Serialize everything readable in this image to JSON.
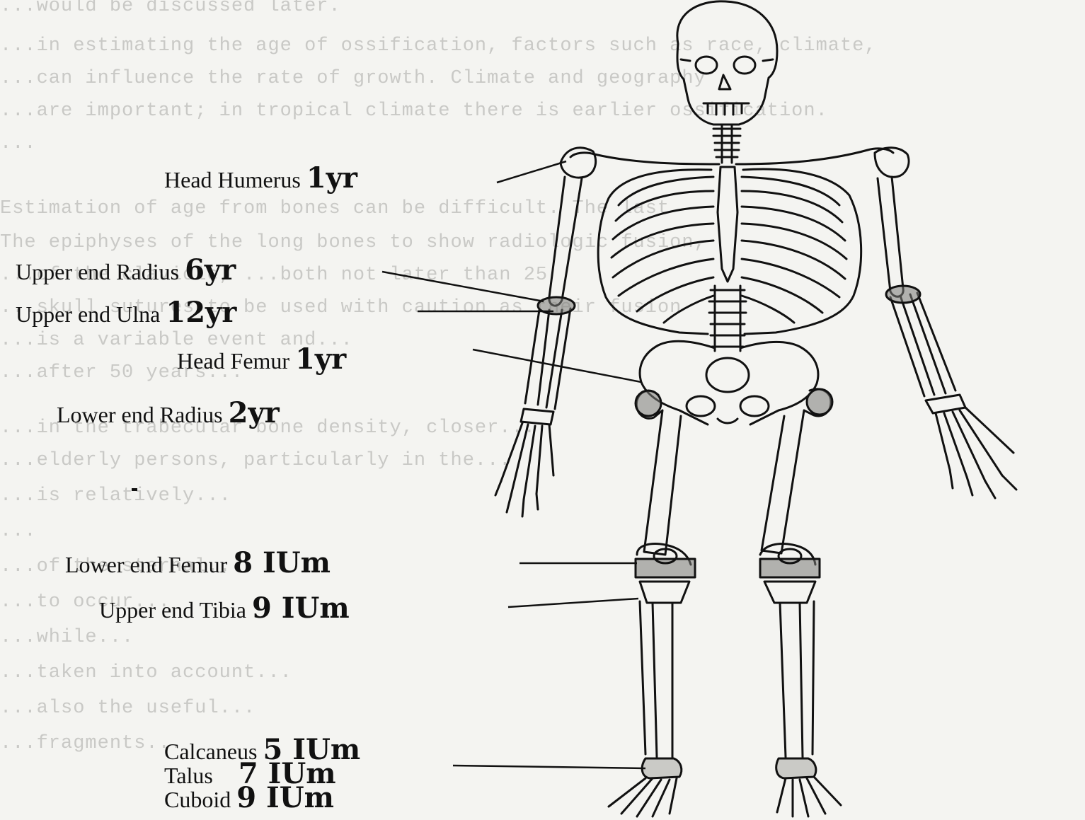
{
  "background_text": [
    "...would be discussed later.",
    "...in estimating the age of ossification, factors such as race, climate,",
    "...can influence the rate of growth. Climate and geography",
    "...are important; in tropical climate there is earlier ossification.",
    "...",
    "Estimation of age from bones can be difficult. The last",
    "The epiphyses of the long bones to show radiologic fusion,",
    "...of the clavicle, ...both not later than 25",
    "...skull sutures to be used with caution as their fusion",
    "...is a variable event and...",
    "...after 50 years...",
    "...in the trabecular bone density, closer...",
    "...elderly persons, particularly in the...",
    "...is relatively...",
    "...",
    "...of the sternal...",
    "...to occur...",
    "...while...",
    "...taken into account...",
    "...also the useful...",
    "...fragments..."
  ],
  "labels": [
    {
      "part": "Head Humerus",
      "age": "1yr"
    },
    {
      "part": "Upper end Radius",
      "age": "6yr"
    },
    {
      "part": "Upper end Ulna",
      "age": "12yr"
    },
    {
      "part": "Head Femur",
      "age": "1yr"
    },
    {
      "part": "Lower end Radius",
      "age": "2yr"
    },
    {
      "part": "Lower end Femur",
      "age": "8 IUm"
    },
    {
      "part": "Upper end Tibia",
      "age": "9 IUm"
    },
    {
      "part": "Calcaneus",
      "age": "5 IUm"
    },
    {
      "part": "Talus",
      "age": "7 IUm"
    },
    {
      "part": "Cuboid",
      "age": "9 IUm"
    }
  ],
  "colors": {
    "ink": "#111111",
    "ossification": "#7a7a76",
    "paper": "#f4f4f1"
  }
}
